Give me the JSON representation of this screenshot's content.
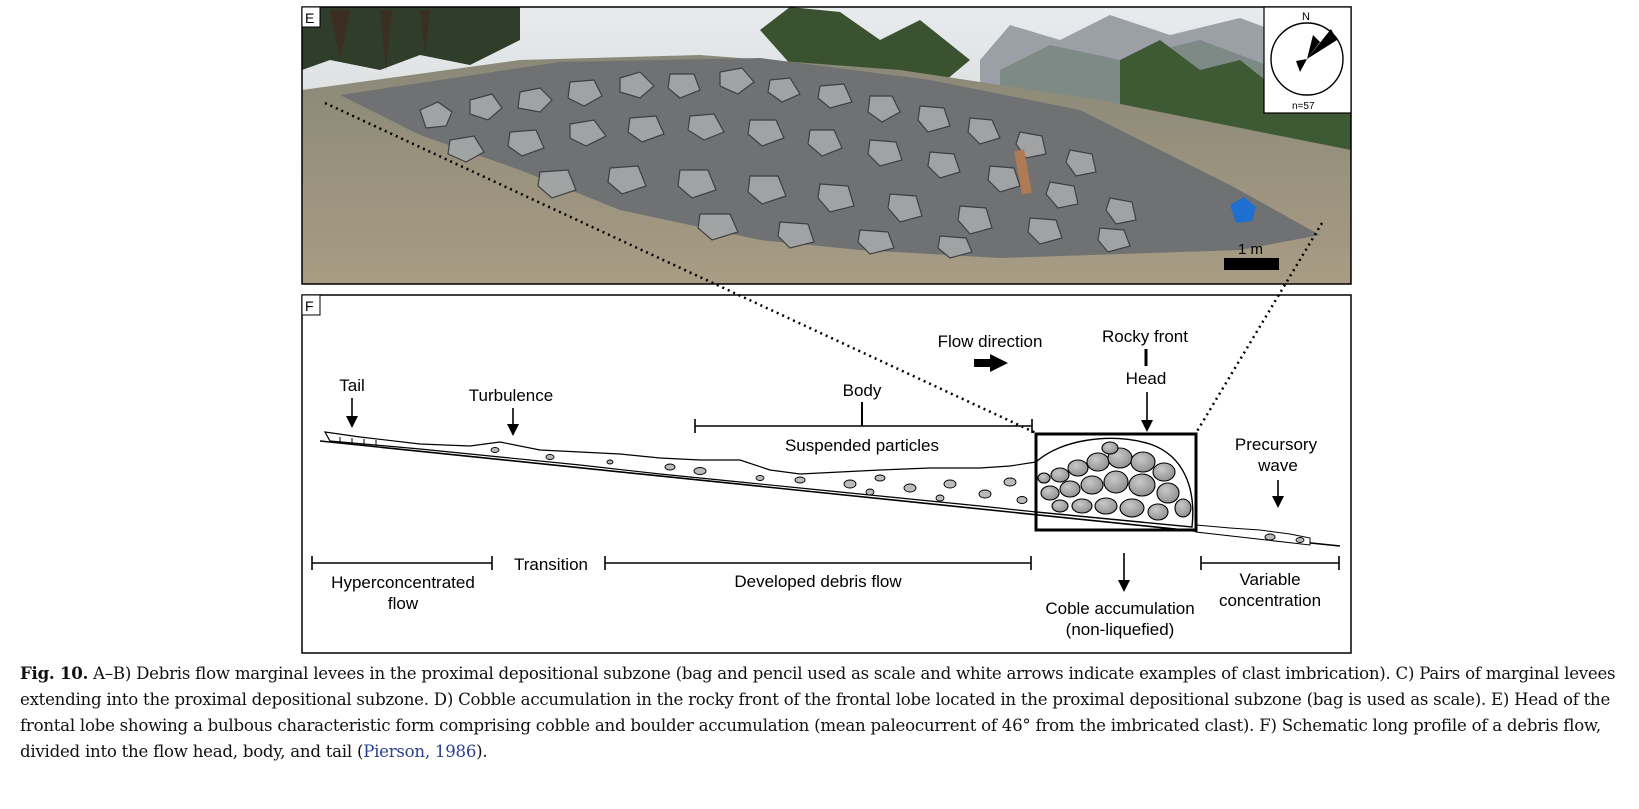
{
  "panel_e": {
    "label": "E",
    "rose": {
      "north": "N",
      "count": "n=57"
    },
    "scale_bar": "1 m"
  },
  "panel_f": {
    "label": "F",
    "flow_direction": "Flow direction",
    "rocky_front": "Rocky front",
    "head": "Head",
    "tail": "Tail",
    "turbulence": "Turbulence",
    "body": "Body",
    "suspended_particles": "Suspended particles",
    "precursory_wave": [
      "Precursory",
      "wave"
    ],
    "hyperconcentrated_flow": [
      "Hyperconcentrated",
      "flow"
    ],
    "transition": "Transition",
    "developed_debris_flow": "Developed debris flow",
    "coble_accumulation": [
      "Coble accumulation",
      "(non-liquefied)"
    ],
    "variable_concentration": [
      "Variable",
      "concentration"
    ]
  },
  "caption": {
    "fig_label": "Fig. 10.",
    "text": " A–B) Debris flow marginal levees in the proximal depositional subzone (bag and pencil used as scale and white arrows indicate examples of clast imbrication). C) Pairs of marginal levees extending into the proximal depositional subzone. D) Cobble accumulation in the rocky front of the frontal lobe located in the proximal depositional subzone (bag is used as scale). E) Head of the frontal lobe showing a bulbous characteristic form comprising cobble and boulder accumulation (mean paleocurrent of 46° from the imbricated clast). F) Schematic long profile of a debris flow, divided into the flow head, body, and tail (",
    "reference": "Pierson, 1986",
    "end": ")."
  }
}
